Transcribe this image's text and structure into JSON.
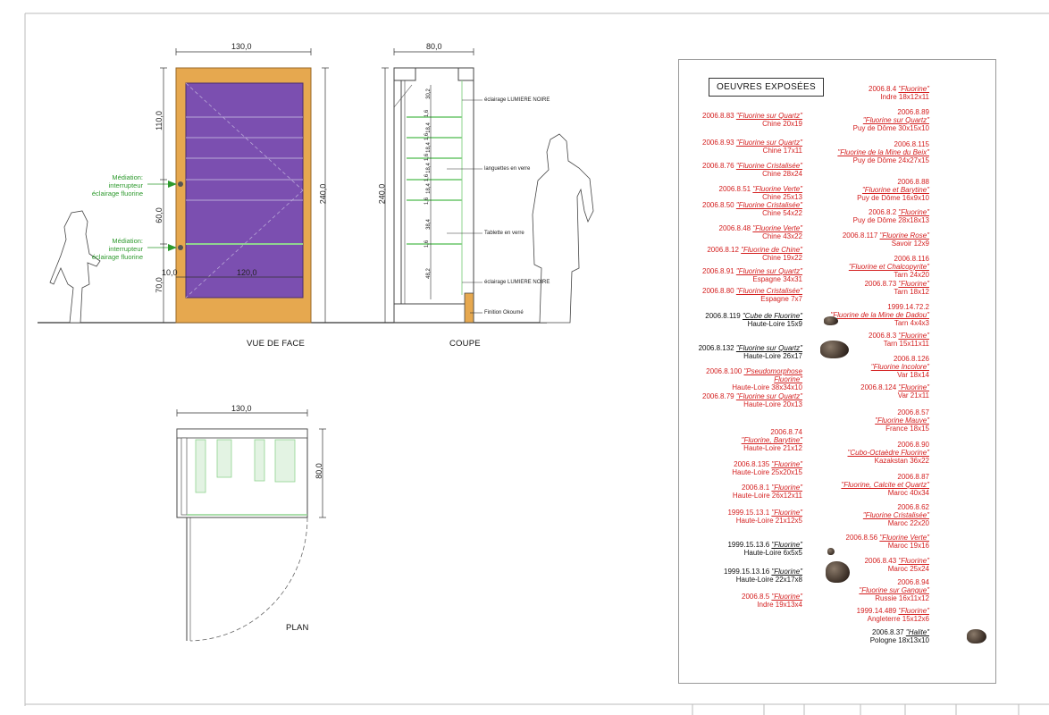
{
  "views": {
    "front_label": "VUE DE FACE",
    "section_label": "COUPE",
    "plan_label": "PLAN"
  },
  "dimensions": {
    "front_width": "130,0",
    "front_height": "240,0",
    "front_upper": "110,0",
    "front_mid": "60,0",
    "front_lower": "70,0",
    "front_offset": "10,0",
    "front_inner": "120,0",
    "section_width": "80,0",
    "section_height": "240,0",
    "plan_width": "130,0",
    "plan_depth": "80,0",
    "section_spacings": [
      "30,2",
      "1,6",
      "18,4",
      "1,6",
      "18,4",
      "1,6",
      "18,4",
      "1,6",
      "18,4",
      "1,6",
      "38,4",
      "1,6",
      "48,2"
    ]
  },
  "annotations": {
    "mediation_1": [
      "Médiation:",
      "interrupteur",
      "éclairage fluorine"
    ],
    "mediation_2": [
      "Médiation:",
      "interrupteur",
      "éclairage fluorine"
    ],
    "section_notes": [
      "éclairage LUMIERE NOIRE",
      "languettes en verre",
      "Tablette en verre",
      "éclairage LUMIERE NOIRE",
      "Finition Okoumé"
    ]
  },
  "panel": {
    "title": "OEUVRES EXPOSÉES",
    "left_column": [
      {
        "id": "2006.8.83",
        "name": "\"Fluorine sur Quartz\"",
        "origin": "Chine 20x19",
        "dark": false
      },
      {
        "id": "2006.8.93",
        "name": "\"Fluorine sur Quartz\"",
        "origin": "Chine 17x11",
        "dark": false
      },
      {
        "id": "2006.8.76",
        "name": "\"Fluorine Cristalisée\"",
        "origin": "Chine 28x24",
        "dark": false
      },
      {
        "id": "2006.8.51",
        "name": "\"Fluorine Verte\"",
        "origin": "Chine 25x13",
        "dark": false
      },
      {
        "id": "2006.8.50",
        "name": "\"Fluorine Cristalisée\"",
        "origin": "Chine 54x22",
        "dark": false
      },
      {
        "id": "2006.8.48",
        "name": "\"Fluorine Verte\"",
        "origin": "Chine 43x22",
        "dark": false
      },
      {
        "id": "2006.8.12",
        "name": "\"Fluorine de Chine\"",
        "origin": "Chine 19x22",
        "dark": false
      },
      {
        "id": "2006.8.91",
        "name": "\"Fluorine sur Quartz\"",
        "origin": "Espagne 34x31",
        "dark": false
      },
      {
        "id": "2006.8.80",
        "name": "\"Fluorine Cristalisée\"",
        "origin": "Espagne 7x7",
        "dark": false
      },
      {
        "id": "2006.8.119",
        "name": "\"Cube de Fluorine\"",
        "origin": "Haute-Loire 15x9",
        "dark": true
      },
      {
        "id": "2006.8.132",
        "name": "\"Fluorine sur Quartz\"",
        "origin": "Haute-Loire 26x17",
        "dark": true
      },
      {
        "id": "2006.8.100",
        "name": "\"Pseudomorphose Fluorine\"",
        "origin": "Haute-Loire 38x34x10",
        "dark": false
      },
      {
        "id": "2006.8.79",
        "name": "\"Fluorine sur Quartz\"",
        "origin": "Haute-Loire 20x13",
        "dark": false
      },
      {
        "id": "2006.8.74",
        "name": "\"Fluorine, Barytine\"",
        "origin": "Haute-Loire 21x12",
        "dark": false,
        "stacked": true
      },
      {
        "id": "2006.8.135",
        "name": "\"Fluorine\"",
        "origin": "Haute-Loire 25x20x15",
        "dark": false
      },
      {
        "id": "2006.8.1",
        "name": "\"Fluorine\"",
        "origin": "Haute-Loire 26x12x11",
        "dark": false
      },
      {
        "id": "1999.15.13.1",
        "name": "\"Fluorine\"",
        "origin": "Haute-Loire 21x12x5",
        "dark": false
      },
      {
        "id": "1999.15.13.6",
        "name": "\"Fluorine\"",
        "origin": "Haute-Loire 6x5x5",
        "dark": true
      },
      {
        "id": "1999.15.13.16",
        "name": "\"Fluorine\"",
        "origin": "Haute-Loire 22x17x8",
        "dark": true
      },
      {
        "id": "2006.8.5",
        "name": "\"Fluorine\"",
        "origin": "Indre 19x13x4",
        "dark": false
      }
    ],
    "right_column": [
      {
        "id": "2006.8.4",
        "name": "\"Fluorine\"",
        "origin": "Indre 18x12x11",
        "dark": false
      },
      {
        "id": "2006.8.89",
        "name": "\"Fluorine sur Quartz\"",
        "origin": "Puy de Dôme 30x15x10",
        "dark": false,
        "stacked": true
      },
      {
        "id": "2006.8.115",
        "name": "\"Fluorine de la Mine du Beix\"",
        "origin": "Puy de Dôme 24x27x15",
        "dark": false,
        "stacked": true
      },
      {
        "id": "2006.8.88",
        "name": "\"Fluorine et Barytine\"",
        "origin": "Puy de Dôme 16x9x10",
        "dark": false,
        "stacked": true
      },
      {
        "id": "2006.8.2",
        "name": "\"Fluorine\"",
        "origin": "Puy de Dôme 28x18x13",
        "dark": false
      },
      {
        "id": "2006.8.117",
        "name": "\"Fluorine Rose\"",
        "origin": "Savoir 12x9",
        "dark": false
      },
      {
        "id": "2006.8.116",
        "name": "\"Fluorine et Chalcopyrite\"",
        "origin": "Tarn 24x20",
        "dark": false,
        "stacked": true
      },
      {
        "id": "2006.8.73",
        "name": "\"Fluorine\"",
        "origin": "Tarn 18x12",
        "dark": false
      },
      {
        "id": "1999.14.72.2",
        "name": "\"Fluorine de la Mine de Dadou\"",
        "origin": "Tarn 4x4x3",
        "dark": false,
        "stacked": true
      },
      {
        "id": "2006.8.3",
        "name": "\"Fluorine\"",
        "origin": "Tarn 15x11x11",
        "dark": false
      },
      {
        "id": "2006.8.126",
        "name": "\"Fluorine Incolore\"",
        "origin": "Var 18x14",
        "dark": false,
        "stacked": true
      },
      {
        "id": "2006.8.124",
        "name": "\"Fluorine\"",
        "origin": "Var 21x11",
        "dark": false
      },
      {
        "id": "2006.8.57",
        "name": "\"Fluorine Mauve\"",
        "origin": "France 18x15",
        "dark": false,
        "stacked": true
      },
      {
        "id": "2006.8.90",
        "name": "\"Cubo-Octaèdre Fluorine\"",
        "origin": "Kazakstan 36x22",
        "dark": false,
        "stacked": true
      },
      {
        "id": "2006.8.87",
        "name": "\"Fluorine, Calcite et Quartz\"",
        "origin": "Maroc 40x34",
        "dark": false,
        "stacked": true
      },
      {
        "id": "2006.8.62",
        "name": "\"Fluorine Cristalisée\"",
        "origin": "Maroc 22x20",
        "dark": false,
        "stacked": true
      },
      {
        "id": "2006.8.56",
        "name": "\"Fluorine Verte\"",
        "origin": "Maroc 19x16",
        "dark": false
      },
      {
        "id": "2006.8.43",
        "name": "\"Fluorine\"",
        "origin": "Maroc 25x24",
        "dark": false
      },
      {
        "id": "2006.8.94",
        "name": "\"Fluorine sur Gangue\"",
        "origin": "Russie 16x11x12",
        "dark": false,
        "stacked": true
      },
      {
        "id": "1999.14.489",
        "name": "\"Fluorine\"",
        "origin": "Angleterre 15x12x6",
        "dark": false
      },
      {
        "id": "2006.8.37",
        "name": "\"Halite\"",
        "origin": "Pologne 18x13x10",
        "dark": true
      }
    ]
  }
}
